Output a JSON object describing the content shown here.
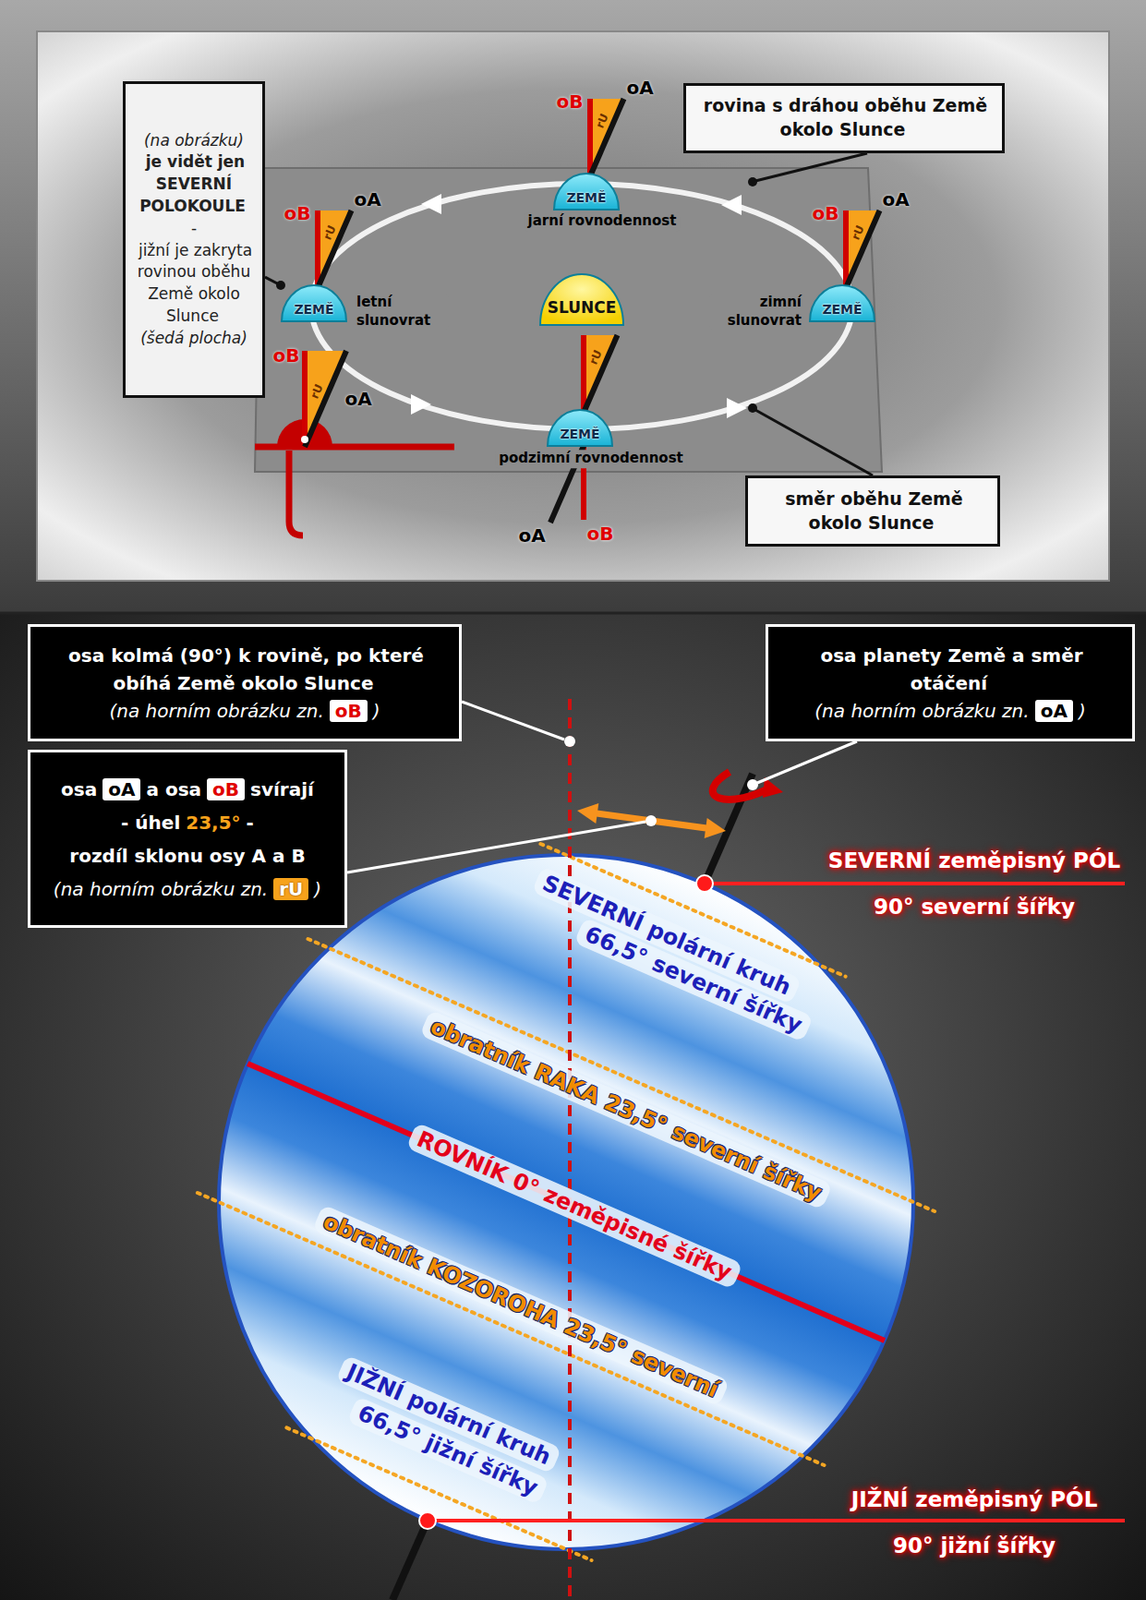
{
  "diagram": {
    "nodes": [
      {
        "text": [
          "(na obrázku)",
          "je vidět jen SEVERNÍ POLOKOULE",
          "-",
          "jižní je zakryta rovinou oběhu Země okolo Slunce",
          "(šedá plocha)"
        ]
      },
      {
        "text": [
          "rovina s dráhou oběhu Země okolo Slunce"
        ]
      },
      {
        "text": [
          "ZEMĚ"
        ]
      },
      {
        "text": [
          "ZEMĚ"
        ]
      },
      {
        "text": [
          "SLUNCE"
        ]
      },
      {
        "text": [
          "ZEMĚ"
        ]
      },
      {
        "text": [
          "ZEMĚ"
        ]
      },
      {
        "text": [
          "směr oběhu Země okolo Slunce"
        ]
      },
      {
        "text": [
          "osa kolmá (90°) k rovině, po které obíhá Země okolo Slunce",
          "(na horním obrázku zn.",
          "oB",
          ")"
        ]
      },
      {
        "text": [
          "osa planety Země a směr otáčení",
          "(na horním obrázku zn.",
          "oA",
          ")"
        ]
      },
      {
        "text": [
          "osa",
          "oA",
          "a osa",
          "oB",
          "svírají",
          "- úhel",
          "23,5°",
          "-",
          "rozdíl sklonu osy A a B",
          "(na horním obrázku zn.",
          "rU",
          ")"
        ]
      }
    ],
    "edges": [
      {
        "from": 0,
        "to": 3,
        "arrow": "none"
      }
    ],
    "labels": [
      "oB",
      "oA",
      "rU",
      "jarní rovnodennost",
      "oB",
      "oA",
      "rU",
      "letní slunovrat",
      "oB",
      "oA",
      "rU",
      "zimní slunovrat",
      "oB",
      "rU",
      "oA",
      "rU",
      "podzimní rovnodennost",
      "oA",
      "oB",
      "SEVERNÍ polární kruh",
      "66,5° severní šířky",
      "obratník RAKA 23,5° severní šířky",
      "ROVNÍK 0° zeměpisné šířky",
      "obratník KOZOROHA 23,5° severní",
      "JIŽNÍ polární kruh",
      "66,5° jižní šířky",
      "SEVERNÍ zeměpisný PÓL",
      "90° severní šířky",
      "JIŽNÍ zeměpisný PÓL",
      "90° jižní šířky"
    ]
  }
}
